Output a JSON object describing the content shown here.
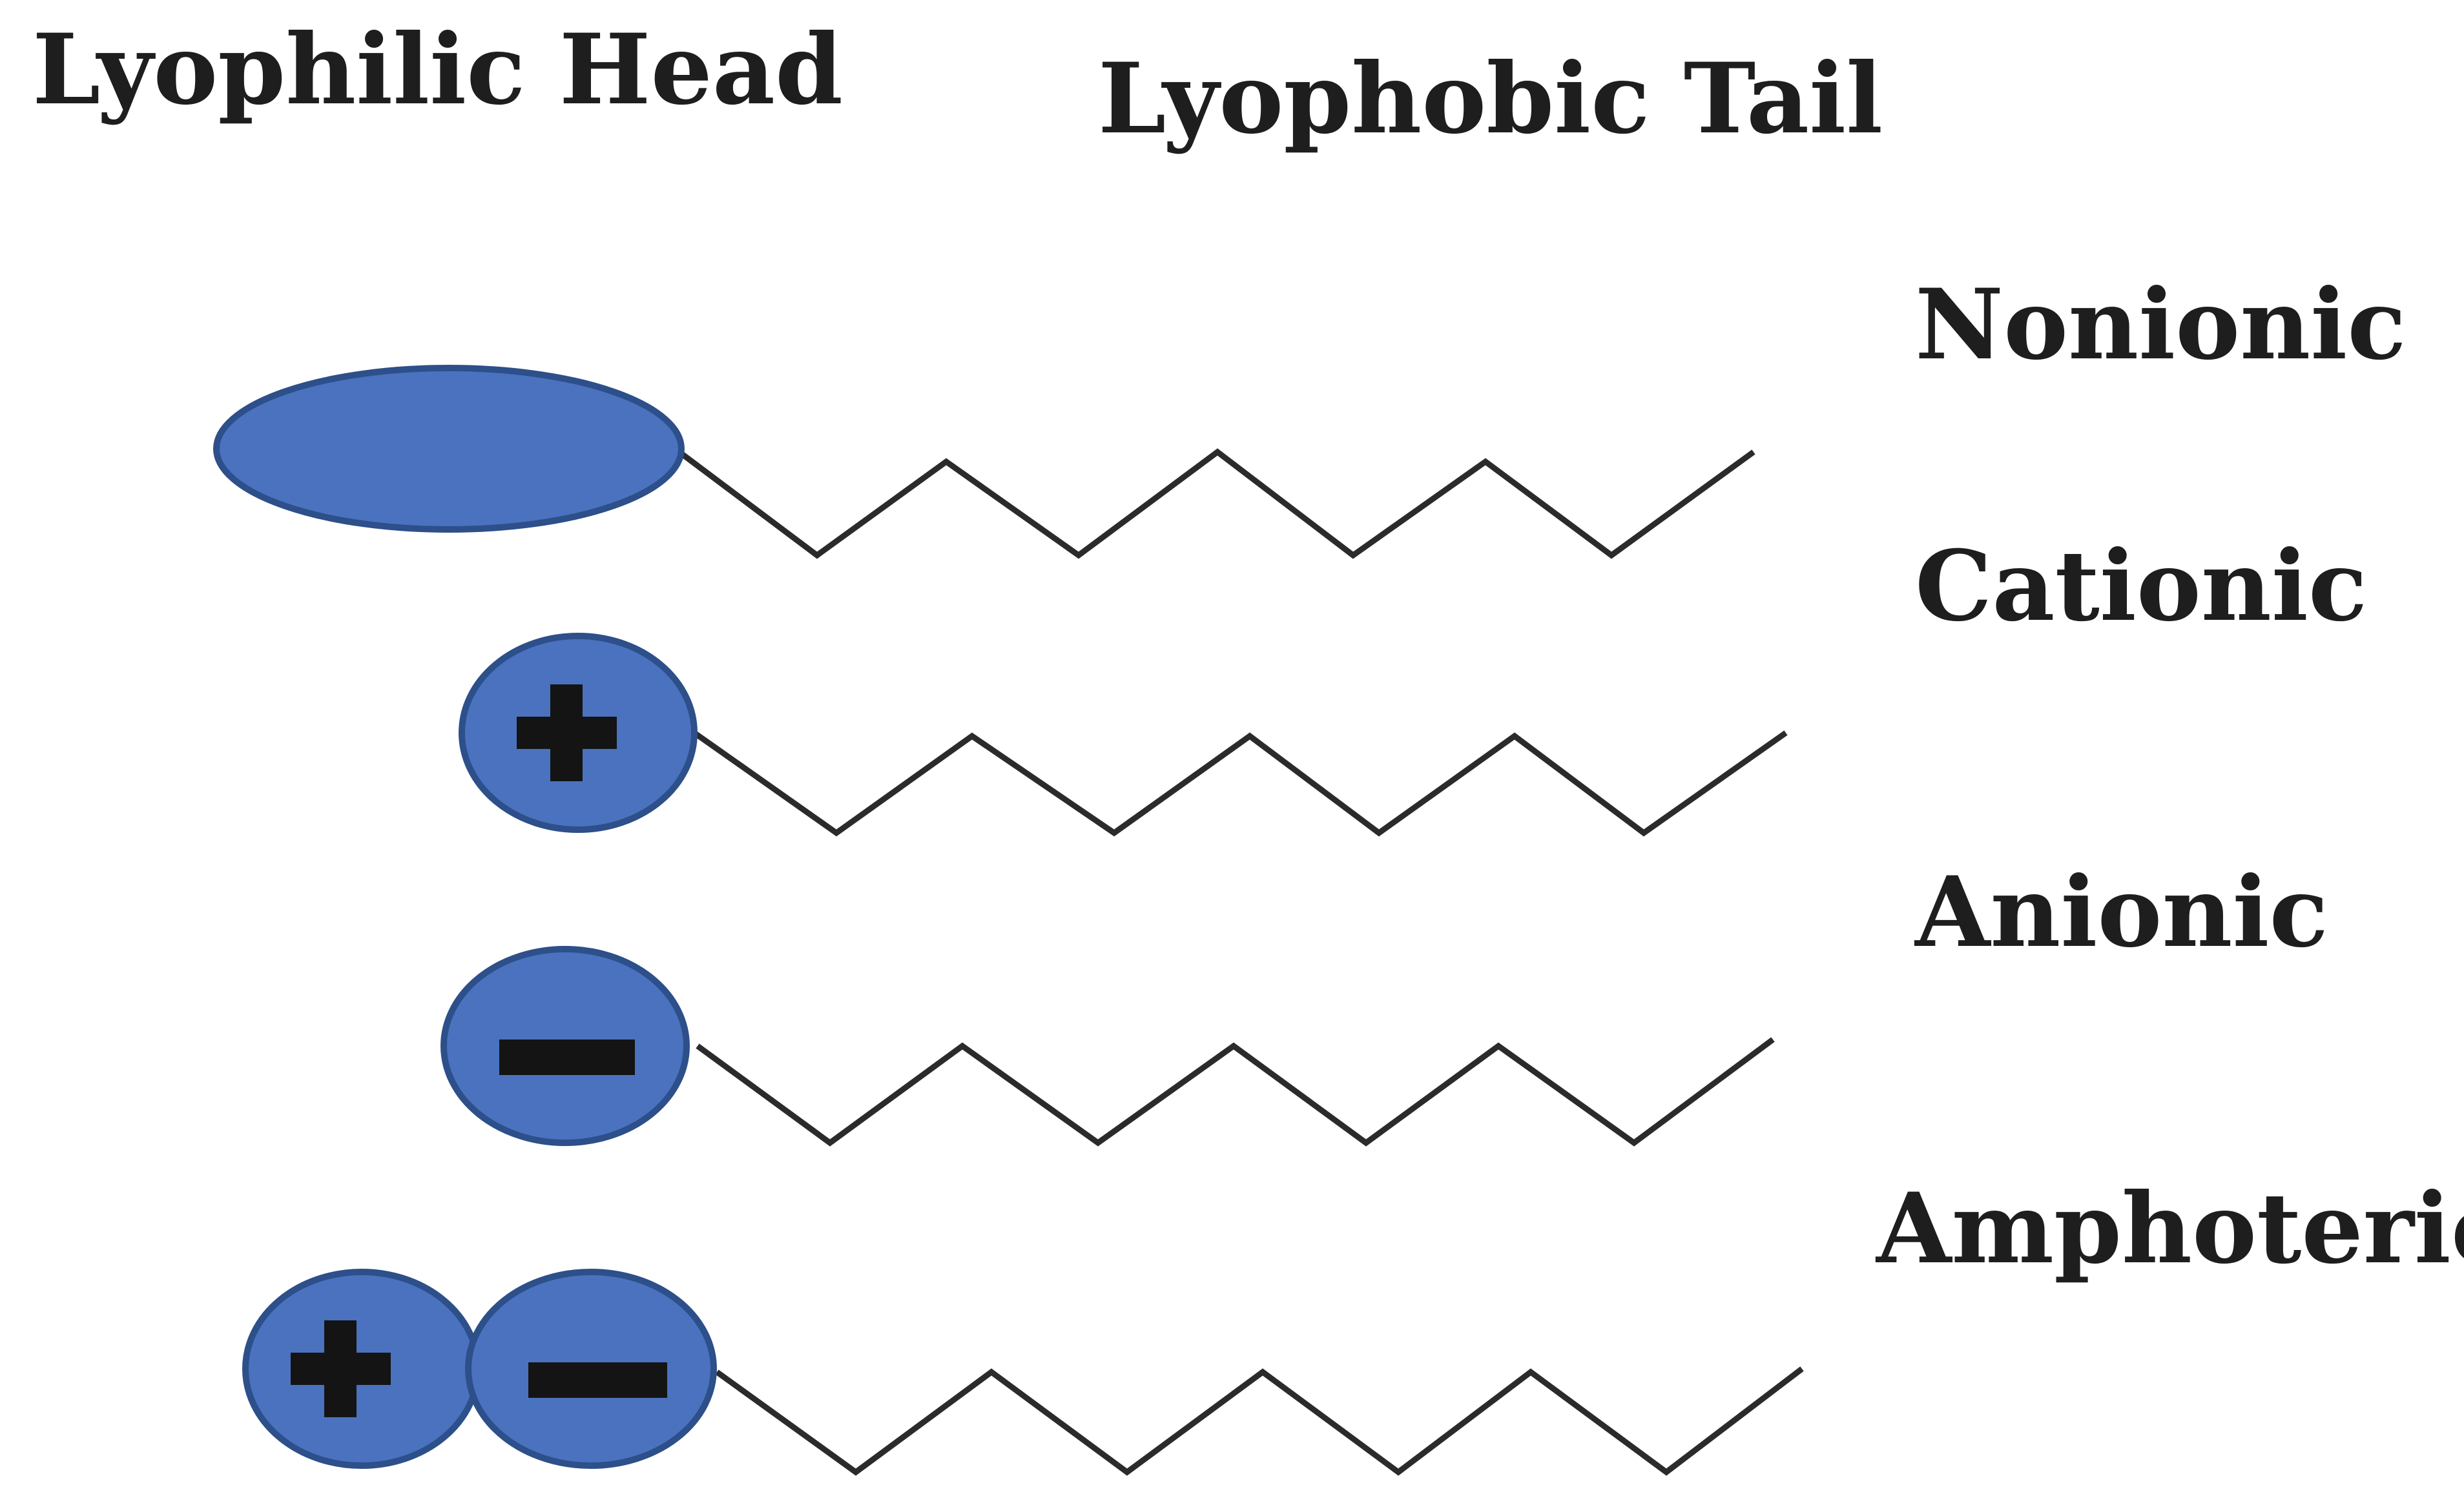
{
  "header": {
    "head_label": "Lyophilic Head",
    "tail_label": "Lyophobic Tail"
  },
  "types": [
    {
      "label": "Nonionic",
      "head": "oval",
      "charges": []
    },
    {
      "label": "Cationic",
      "head": "circle",
      "charges": [
        "+"
      ]
    },
    {
      "label": "Anionic",
      "head": "circle",
      "charges": [
        "-"
      ]
    },
    {
      "label": "Amphoteric",
      "head": "double-circle",
      "charges": [
        "+",
        "-"
      ]
    }
  ],
  "colors": {
    "head_fill": "#4a72bf",
    "head_stroke": "#2d4f8a",
    "tail": "#2b2b2b",
    "text": "#1e1e1e"
  }
}
